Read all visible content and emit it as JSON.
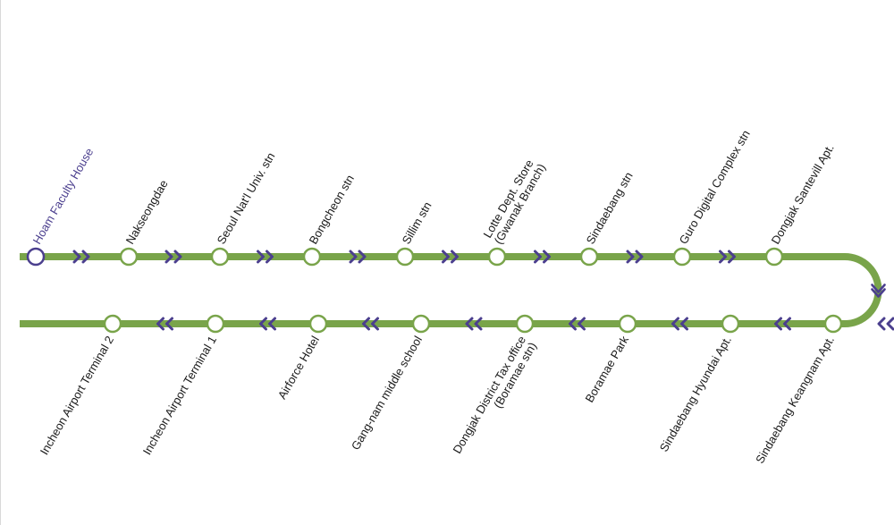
{
  "colors": {
    "line": "#79a44a",
    "arrow": "#4b3f8e",
    "origin": "#4b3f8e",
    "station_fill": "#ffffff",
    "label": "#1a1a1a",
    "origin_label": "#4b3f8e"
  },
  "icons": {
    "forward_arrow": "double-chevron-right-icon",
    "reverse_arrow": "double-chevron-left-icon",
    "turn_arrow": "chevron-down-icon",
    "station": "station-circle-icon"
  },
  "route": {
    "outbound": [
      {
        "lines": [
          "Hoam Faculty House"
        ],
        "origin": true
      },
      {
        "lines": [
          "Nakseongdae"
        ]
      },
      {
        "lines": [
          "Seoul Nat'l Univ. stn"
        ]
      },
      {
        "lines": [
          "Bongcheon stn"
        ]
      },
      {
        "lines": [
          "Sillim stn"
        ]
      },
      {
        "lines": [
          "Lotte Dept. Store",
          "(Gwanak Branch)"
        ]
      },
      {
        "lines": [
          "Sindaebang stn"
        ]
      },
      {
        "lines": [
          "Guro Digital Complex stn"
        ]
      },
      {
        "lines": [
          "Dongjak Santevill Apt."
        ]
      }
    ],
    "inbound": [
      {
        "lines": [
          "Incheon Airport Terminal 2"
        ]
      },
      {
        "lines": [
          "Incheon Airport Terminal 1"
        ]
      },
      {
        "lines": [
          "Airforce Hotel"
        ]
      },
      {
        "lines": [
          "Gang-nam middle school"
        ]
      },
      {
        "lines": [
          "Dongjak District Tax office",
          "(Boramae stn)"
        ]
      },
      {
        "lines": [
          "Boramae Park"
        ]
      },
      {
        "lines": [
          "Sindaebang Hyundai Apt."
        ]
      },
      {
        "lines": [
          "Sindaebang Keangnam Apt."
        ]
      }
    ]
  }
}
